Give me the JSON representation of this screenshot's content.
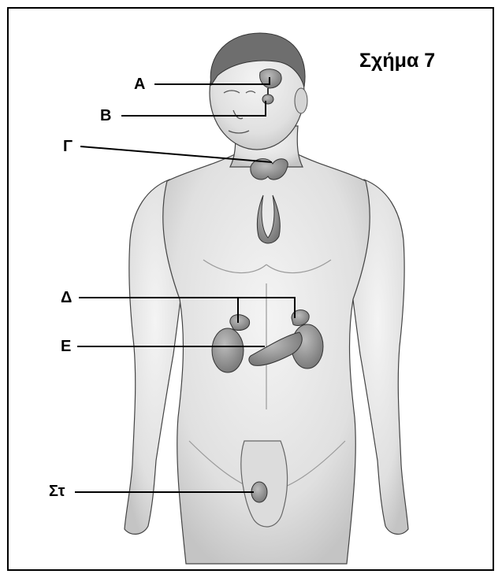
{
  "figure": {
    "title": "Σχήμα 7",
    "labels": {
      "a": "Α",
      "b": "Β",
      "c": "Γ",
      "d": "Δ",
      "e": "Ε",
      "st": "Στ"
    }
  },
  "colors": {
    "outline": "#000000",
    "skin": "#e3e3e3",
    "skin_shadow": "#bdbdbd",
    "hair": "#6e6e6e",
    "organ": "#8a8a8a"
  }
}
